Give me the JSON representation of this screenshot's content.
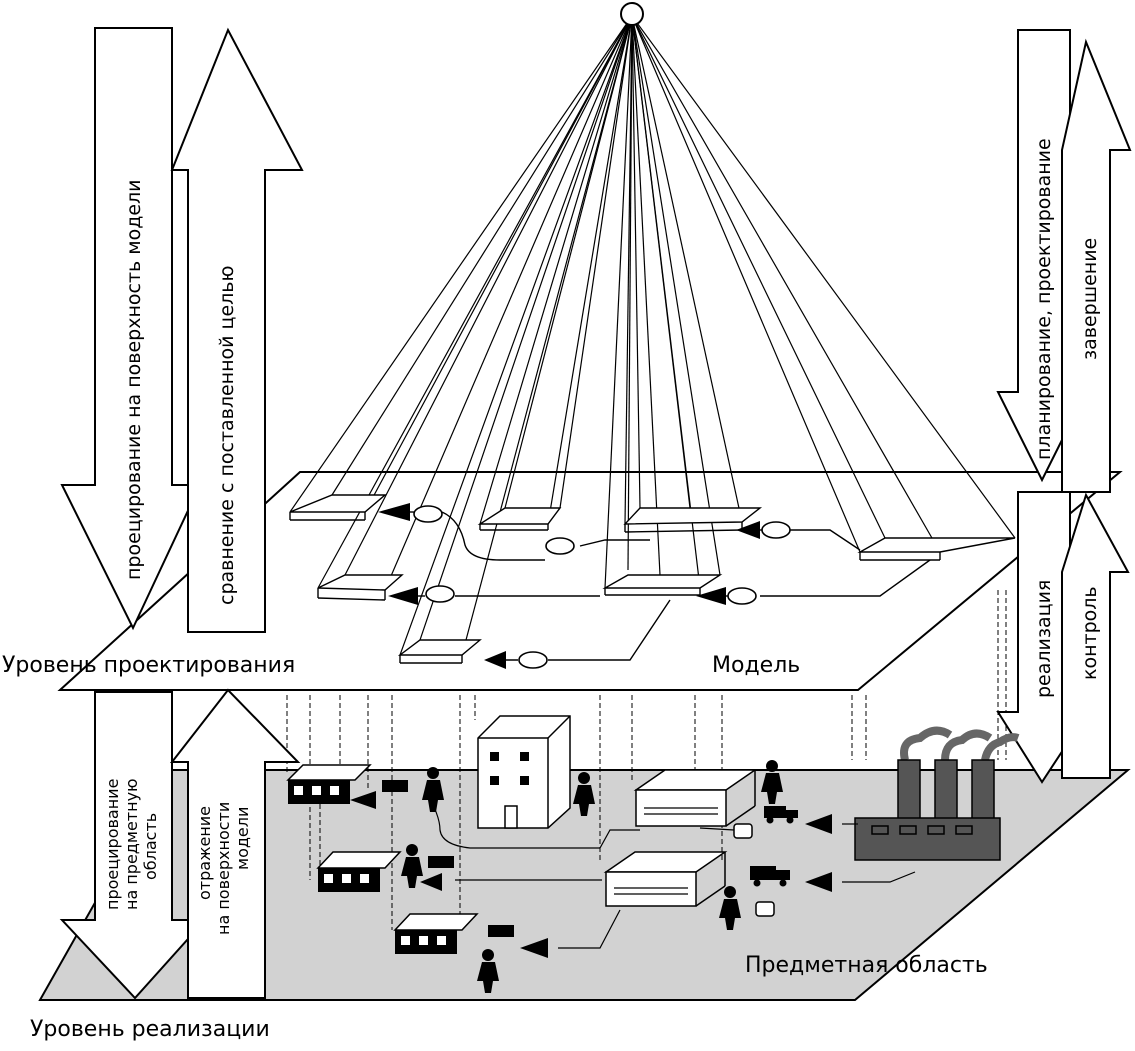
{
  "diagram": {
    "levels": {
      "design": "Уровень проектирования",
      "implementation": "Уровень реализации"
    },
    "model_label": "Модель",
    "domain_label": "Предметная область",
    "arrows": {
      "projection_to_model": "проецирование на поверхность модели",
      "comparison_with_goal": "сравнение с поставленной целью",
      "planning_design": "планирование, проектирование",
      "completion": "завершение",
      "realization": "реализация",
      "control": "контроль",
      "projection_to_domain": [
        "проецирование",
        "на предметную",
        "область"
      ],
      "reflection_on_model": [
        "отражение",
        "на поверхности",
        "модели"
      ]
    },
    "colors": {
      "line": "#000000",
      "ground": "#d2d2d2",
      "factory": "#555555",
      "smoke": "#666666",
      "arrow_fill": "#ffffff"
    },
    "icons": [
      "apex-node-icon",
      "building-icon",
      "factory-icon",
      "person-icon",
      "truck-icon",
      "warehouse-icon"
    ]
  }
}
